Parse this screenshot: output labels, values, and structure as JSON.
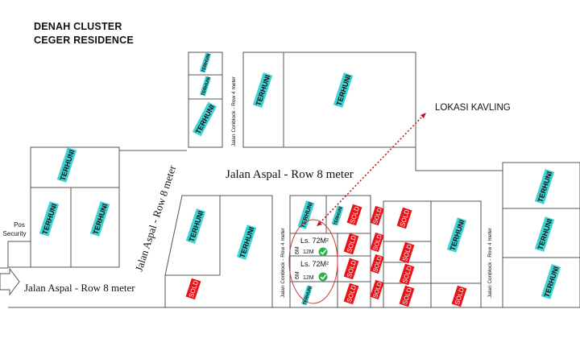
{
  "header": {
    "title_line1": "DENAH CLUSTER",
    "title_line2": "CEGER RESIDENCE"
  },
  "colors": {
    "terhuni": "#3fd3d3",
    "sold": "#e8141a",
    "check": "#2db34a",
    "arrow": "#c0161c",
    "ellipse": "#c83a3a"
  },
  "labels": {
    "terhuni": "TERHUNI",
    "sold": "SOLD",
    "main_road": "Jalan Aspal - Row 8 meter",
    "side_road_diag": "Jalan Aspal - Row 8 meter",
    "entry_road": "Jalan Aspal - Row 8 meter",
    "conblock_top": "Jalan Conblock - Row 4 meter",
    "conblock_mid": "Jalan Conblock - Row 4 meter",
    "conblock_right": "Jalan Conblock - Row 4 meter",
    "pos_security_1": "Pos",
    "pos_security_2": "Security",
    "lokasi_kavling": "LOKASI KAVLING"
  },
  "kavling": [
    {
      "area": "Ls. 72M²",
      "length": "12M",
      "width": "6M",
      "available": true
    },
    {
      "area": "Ls. 72M²",
      "length": "12M",
      "width": "6M",
      "available": true
    }
  ]
}
